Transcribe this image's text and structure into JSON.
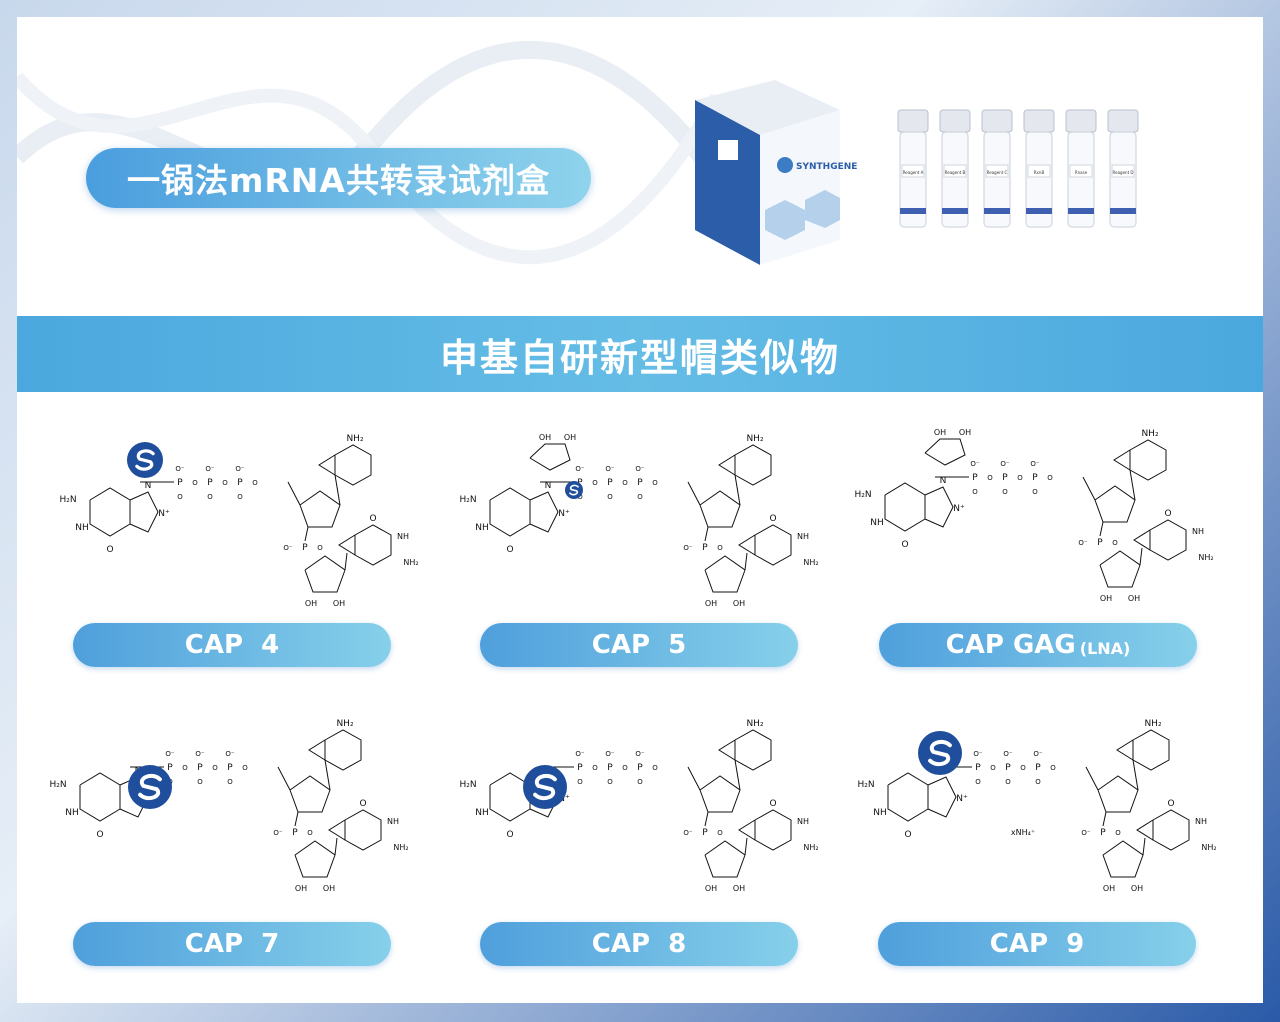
{
  "header": {
    "kit_title": "一锅法mRNA共转录试剂盒"
  },
  "product": {
    "brand": "SYNTHGENE",
    "tube_labels": [
      "Reagent A",
      "Reagent B",
      "Reagent C",
      "RxnB",
      "Rnase",
      "Reagent D"
    ]
  },
  "banner": {
    "title": "申基自研新型帽类似物"
  },
  "caps": [
    {
      "label": "CAP  4",
      "suffix": ""
    },
    {
      "label": "CAP  5",
      "suffix": ""
    },
    {
      "label": "CAP GAG",
      "suffix": "(LNA)"
    },
    {
      "label": "CAP  7",
      "suffix": ""
    },
    {
      "label": "CAP  8",
      "suffix": ""
    },
    {
      "label": "CAP  9",
      "suffix": ""
    }
  ],
  "chem_labels": {
    "nh2": "NH₂",
    "h2n": "H₂N",
    "oh": "OH",
    "p": "P",
    "o": "O",
    "nh": "NH",
    "n": "N",
    "o_minus": "O⁻",
    "n_plus": "N⁺",
    "xnh4": "xNH₄⁺"
  },
  "colors": {
    "accent": "#4ba8de",
    "logo": "#1f4e9c"
  }
}
